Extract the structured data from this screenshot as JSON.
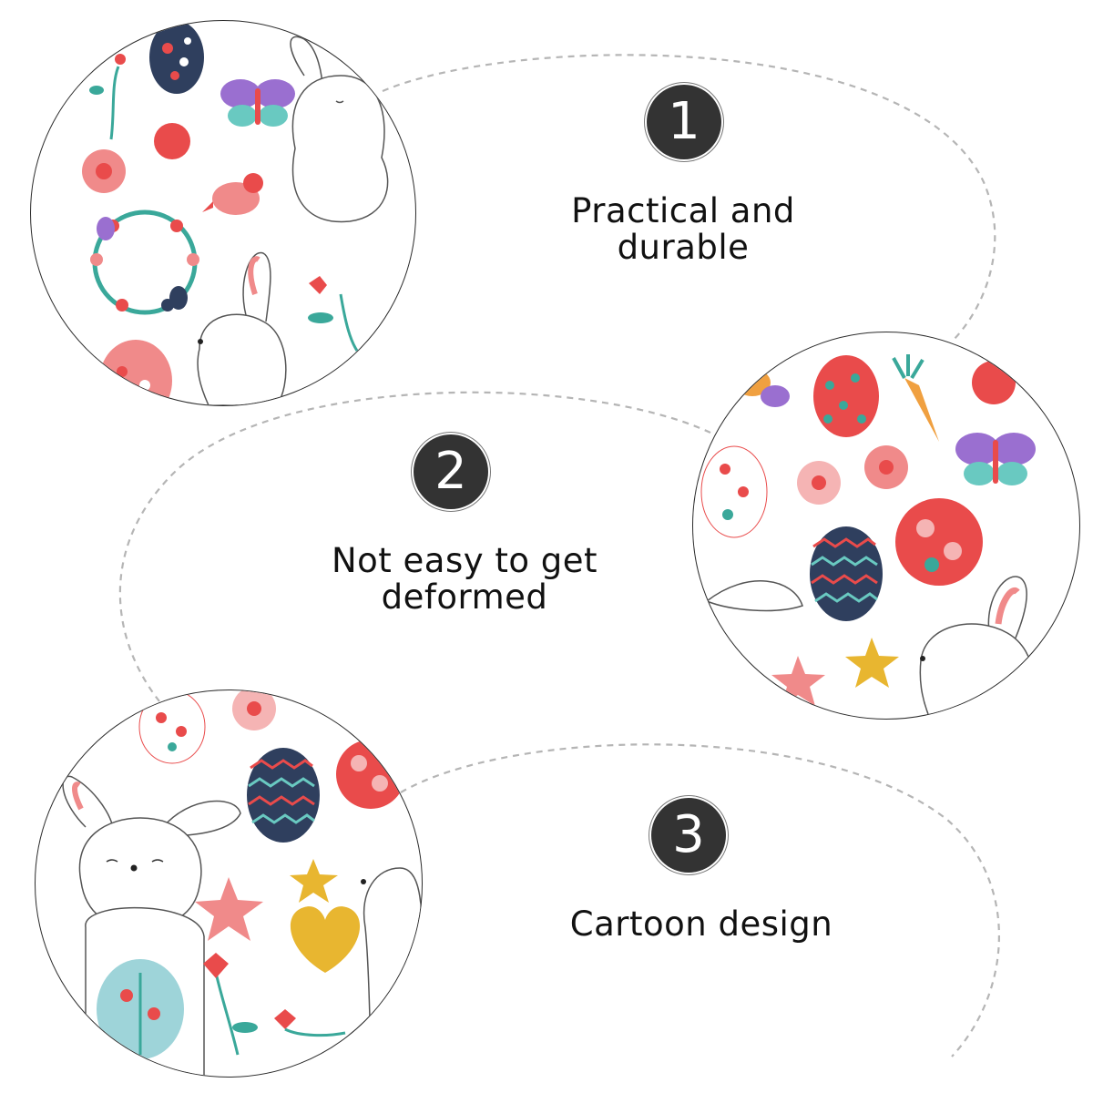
{
  "features": [
    {
      "number": "1",
      "caption_line1": "Practical and",
      "caption_line2": "durable"
    },
    {
      "number": "2",
      "caption_line1": "Not easy to get",
      "caption_line2": "deformed"
    },
    {
      "number": "3",
      "caption_line1": "Cartoon design",
      "caption_line2": ""
    }
  ],
  "colors": {
    "badge": "#333333",
    "badge_text": "#ffffff",
    "dash_line": "#b5b5b5",
    "circle_border": "#2b2b2b",
    "pink": "#f08a8a",
    "red": "#e94b4b",
    "navy": "#2f3f5e",
    "teal": "#3aa89a",
    "gold": "#e8b630",
    "purple": "#9a6fd0"
  },
  "icons": [
    "bunny-icon",
    "easter-egg-icon",
    "butterfly-icon",
    "flower-icon",
    "carrot-icon",
    "star-icon",
    "heart-icon",
    "bird-icon",
    "wreath-icon",
    "tulip-icon"
  ]
}
